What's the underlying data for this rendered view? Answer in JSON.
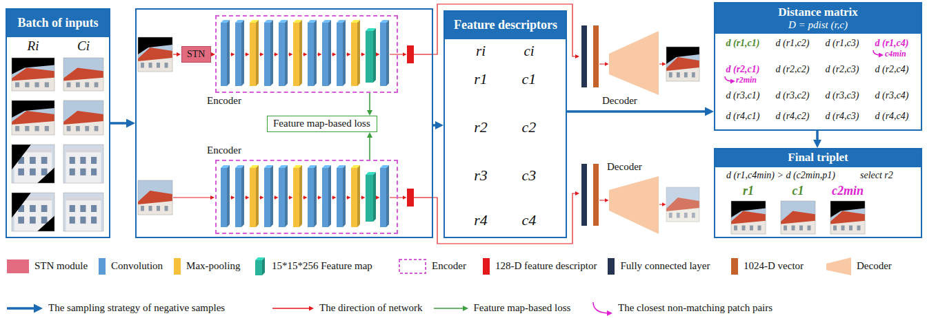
{
  "diagram": {
    "nodes": [
      {
        "text": [
          "Batch of inputs",
          "Ri",
          "Ci"
        ]
      },
      {
        "text": []
      },
      {
        "text": [
          "STN"
        ],
        "in": 1
      },
      {
        "text": [
          "Encoder"
        ],
        "in": 1
      },
      {
        "text": [
          "Feature map-based loss"
        ],
        "in": 1
      },
      {
        "text": [
          "Encoder"
        ],
        "in": 1
      },
      {
        "text": [
          "Feature descriptors",
          "ri",
          "ci",
          "r1",
          "c1",
          "r2",
          "c2",
          "r3",
          "c3",
          "r4",
          "c4"
        ]
      },
      {
        "text": [
          "Decoder"
        ]
      },
      {
        "text": [
          "Decoder"
        ]
      },
      {
        "text": [
          "Distance matrix",
          "D = pdist (r,c)",
          "d (r1,c1)",
          "d (r1,c2)",
          "d (r1,c3)",
          "d (r1,c4)",
          "c4min",
          "d (r2,c1)",
          "r2min",
          "d (r2,c2)",
          "d (r2,c3)",
          "d (r2,c4)",
          "d (r3,c1)",
          "d (r3,c2)",
          "d (r3,c3)",
          "d (r3,c4)",
          "d (r4,c1)",
          "d (r4,c2)",
          "d (r4,c3)",
          "d (r4,c4)"
        ]
      },
      {
        "text": [
          "Final triplet",
          "d (r1,c4min) > d (c2min,p1)",
          "select r2",
          "r1",
          "c1",
          "c2min"
        ]
      }
    ],
    "edges": [
      {
        "from": 0,
        "to": 1,
        "arrow": "to"
      },
      {
        "from": 2,
        "to": 3,
        "arrow": "to"
      },
      {
        "from": 3,
        "to": 4,
        "arrow": "to"
      },
      {
        "from": 5,
        "to": 4,
        "arrow": "to"
      },
      {
        "from": 1,
        "to": 6,
        "arrow": "to"
      },
      {
        "from": 1,
        "to": 7,
        "arrow": "to"
      },
      {
        "from": 1,
        "to": 8,
        "arrow": "to"
      },
      {
        "from": 6,
        "to": 9,
        "arrow": "to"
      },
      {
        "from": 9,
        "to": 10,
        "arrow": "to"
      }
    ],
    "legend": [
      {
        "text": "STN module",
        "color": "#e26b80"
      },
      {
        "text": "Convolution",
        "color": "#5b9bd5"
      },
      {
        "text": "Max-pooling",
        "color": "#f6c03c"
      },
      {
        "text": "15*15*256 Feature map",
        "color": "#2ab39b"
      },
      {
        "text": "Encoder"
      },
      {
        "text": "128-D feature descriptor",
        "color": "#e3191c"
      },
      {
        "text": "Fully connected layer",
        "color": "#243452"
      },
      {
        "text": "1024-D vector",
        "color": "#c5612b"
      },
      {
        "text": "Decoder"
      },
      {
        "text": "The sampling strategy of negative samples"
      },
      {
        "text": "The direction of network"
      },
      {
        "text": "Feature map-based loss"
      },
      {
        "text": "The closest non-matching patch pairs"
      }
    ]
  }
}
